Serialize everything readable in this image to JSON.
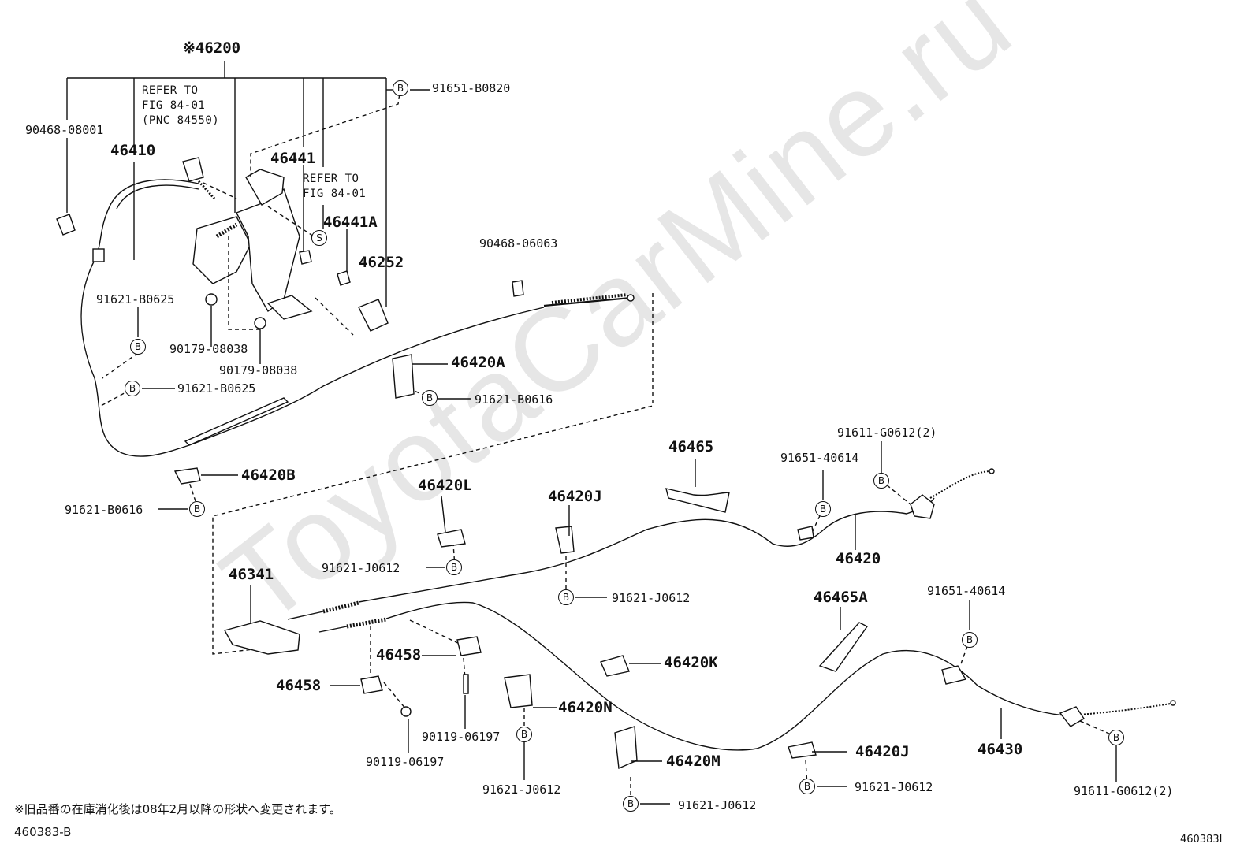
{
  "watermark": "ToyotaCarMine.ru",
  "footnote": "※旧品番の在庫消化後は08年2月以降の形状へ変更されます。",
  "figure_code": "460383-B",
  "figure_code_corner": "460383I",
  "badge_letter": "B",
  "badge_letter_s": "S",
  "labels": {
    "p46200": "※46200",
    "p90468_08001": "90468-08001",
    "p46410": "46410",
    "ref1": "REFER TO\nFIG 84-01\n(PNC 84550)",
    "ref2": "REFER TO\nFIG 84-01",
    "p46441": "46441",
    "p46441A": "46441A",
    "p46252": "46252",
    "p91651_B0820": "91651-B0820",
    "p91621_B0625a": "91621-B0625",
    "p91621_B0625b": "91621-B0625",
    "p90179_08038a": "90179-08038",
    "p90179_08038b": "90179-08038",
    "p90468_06063": "90468-06063",
    "p46420A": "46420A",
    "p91621_B0616a": "91621-B0616",
    "p46420B": "46420B",
    "p91621_B0616b": "91621-B0616",
    "p46465": "46465",
    "p91611_G0612a": "91611-G0612(2)",
    "p91651_40614a": "91651-40614",
    "p46420L": "46420L",
    "p46420J_top": "46420J",
    "p91621_J0612a": "91621-J0612",
    "p91621_J0612b": "91621-J0612",
    "p46420": "46420",
    "p46341": "46341",
    "p46465A": "46465A",
    "p91651_40614b": "91651-40614",
    "p46458a": "46458",
    "p46458b": "46458",
    "p46420K": "46420K",
    "p46420N": "46420N",
    "p90119_06197a": "90119-06197",
    "p90119_06197b": "90119-06197",
    "p91621_J0612c": "91621-J0612",
    "p46420M": "46420M",
    "p91621_J0612d": "91621-J0612",
    "p46420J_bot": "46420J",
    "p91621_J0612e": "91621-J0612",
    "p46430": "46430",
    "p91611_G0612b": "91611-G0612(2)"
  }
}
